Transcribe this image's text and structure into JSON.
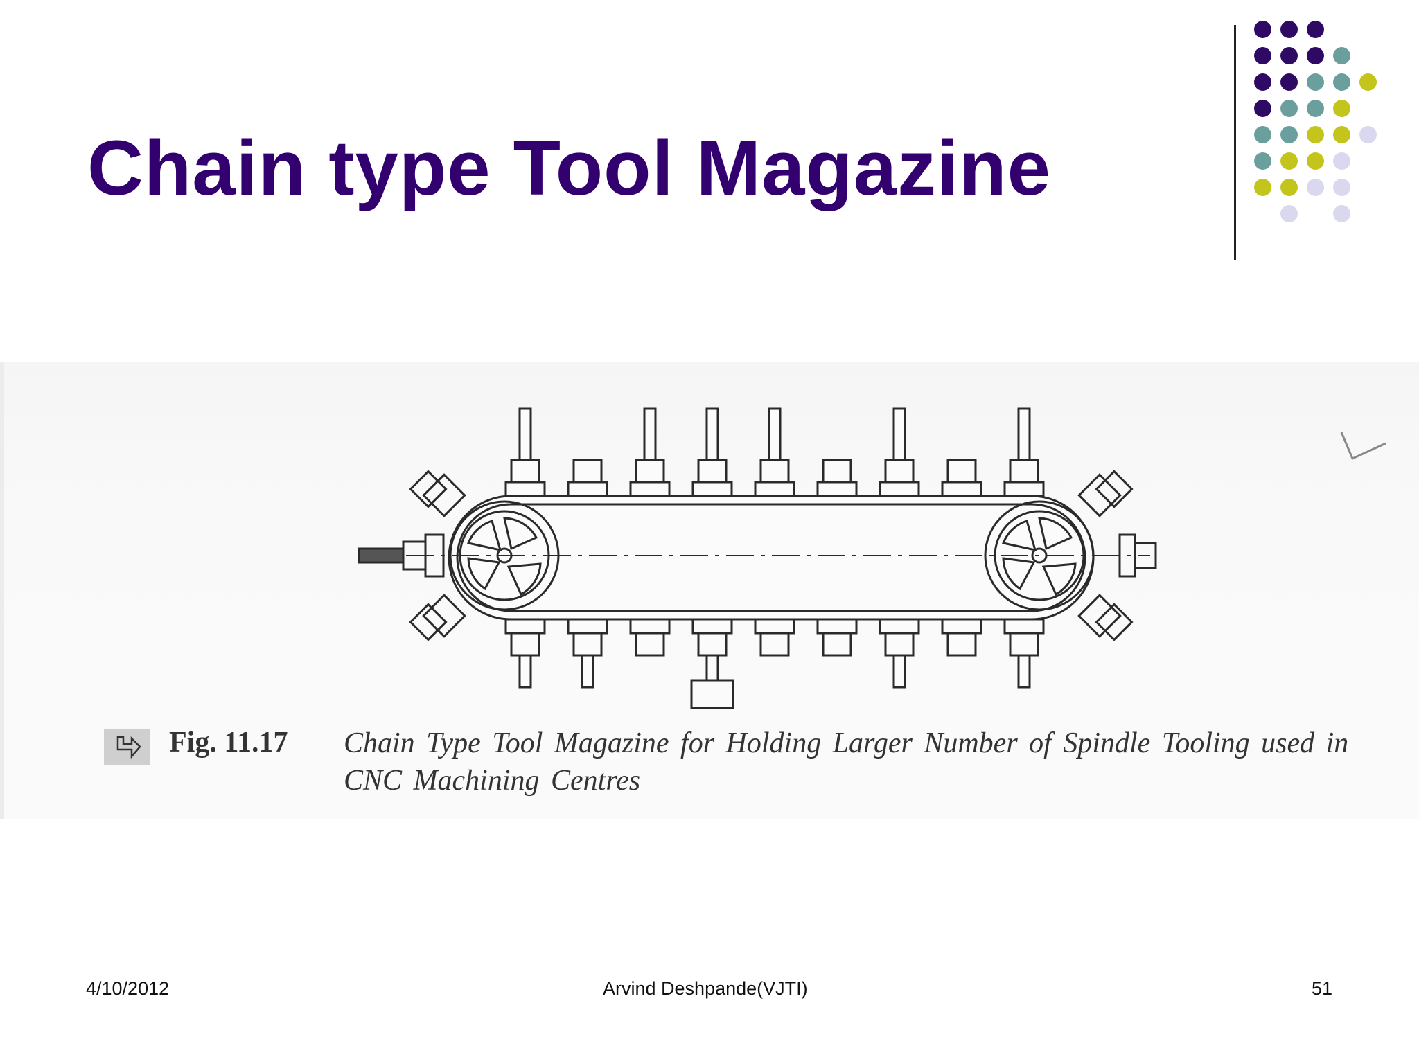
{
  "slide": {
    "title": "Chain type Tool Magazine",
    "figure": {
      "label": "Fig.  11.17",
      "caption_line1": "Chain Type Tool Magazine for Holding Larger Number of Spindle Tooling used in",
      "caption_line2": "CNC Machining Centres"
    },
    "footer": {
      "date": "4/10/2012",
      "author": "Arvind Deshpande(VJTI)",
      "page": "51"
    }
  },
  "theme": {
    "title_color": "#33006f",
    "dot_colors": [
      "#2e0a64",
      "#6b9f9e",
      "#c3c51c",
      "#d9d8ee"
    ]
  },
  "dot_grid": [
    [
      0,
      0,
      0,
      null,
      null
    ],
    [
      0,
      0,
      0,
      1,
      null
    ],
    [
      0,
      0,
      1,
      1,
      2
    ],
    [
      0,
      1,
      1,
      2,
      null
    ],
    [
      1,
      1,
      2,
      2,
      3
    ],
    [
      1,
      2,
      2,
      3,
      null
    ],
    [
      2,
      2,
      3,
      3,
      null
    ],
    [
      null,
      3,
      null,
      3,
      null
    ]
  ]
}
